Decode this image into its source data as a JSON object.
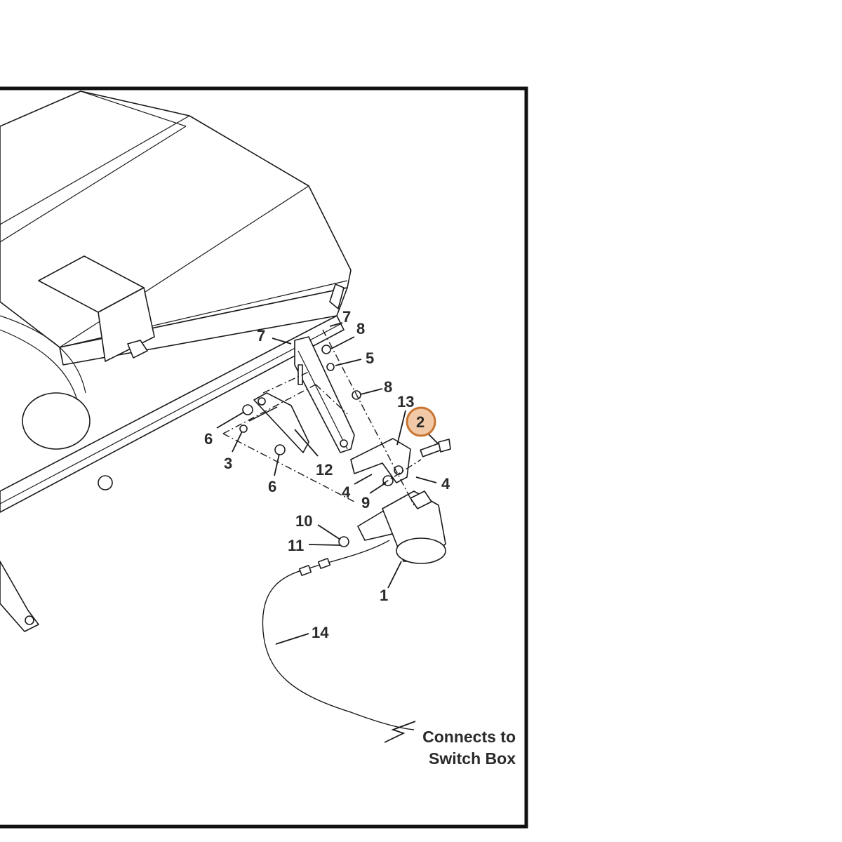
{
  "colors": {
    "line": "#1a1a1a",
    "label": "#2a2a2a",
    "highlight_fill": "#f2c9a6",
    "highlight_stroke": "#c8742f",
    "background": "#ffffff"
  },
  "callouts": [
    "7",
    "7",
    "8",
    "5",
    "8",
    "13",
    "2",
    "6",
    "3",
    "12",
    "6",
    "4",
    "9",
    "4",
    "10",
    "11",
    "1",
    "14"
  ],
  "highlighted_callout": "2",
  "note": {
    "line1": "Connects to",
    "line2": "Switch Box"
  }
}
